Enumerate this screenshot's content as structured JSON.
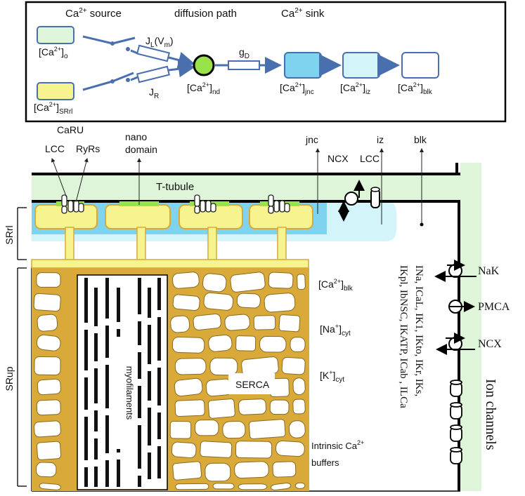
{
  "legend_panel": {
    "source_title": "Ca",
    "source_title_sup": "2+",
    "source_title_rest": " source",
    "path_title": "diffusion path",
    "sink_title": "Ca",
    "sink_title_sup": "2+",
    "sink_title_rest": " sink",
    "ca_o": {
      "base": "[Ca",
      "sup": "2+",
      "close": "]",
      "sub": "o"
    },
    "ca_srrl": {
      "base": "[Ca",
      "sup": "2+",
      "close": "]",
      "sub": "SRrl"
    },
    "jl": {
      "base": "J",
      "sub": "L",
      "rest": "(V",
      "sub2": "m",
      "end": ")"
    },
    "jr": {
      "base": "J",
      "sub": "R"
    },
    "ca_nd": {
      "base": "[Ca",
      "sup": "2+",
      "close": "]",
      "sub": "nd"
    },
    "gd": {
      "base": "g",
      "sub": "D"
    },
    "ca_jnc": {
      "base": "[Ca",
      "sup": "2+",
      "close": "]",
      "sub": "jnc"
    },
    "ca_iz": {
      "base": "[Ca",
      "sup": "2+",
      "close": "]",
      "sub": "iz"
    },
    "ca_blk": {
      "base": "[Ca",
      "sup": "2+",
      "close": "]",
      "sub": "blk"
    }
  },
  "cell": {
    "caru": "CaRU",
    "lcc_left": "LCC",
    "ryrs": "RyRs",
    "nano_line1": "nano",
    "nano_line2": "domain",
    "jnc": "jnc",
    "iz": "iz",
    "blk": "blk",
    "ncx_top": "NCX",
    "lcc_top": "LCC",
    "t_tubule": "T-tubule",
    "srrl": "SRrl",
    "srup": "SRup",
    "myofilaments": "myofilaments",
    "serca": "SERCA",
    "ca_blk_inner": {
      "base": "[Ca",
      "sup": "2+",
      "close": "]",
      "sub": "blk"
    },
    "na_cyt": {
      "base": "[Na",
      "sup": "+",
      "close": "]",
      "sub": "cyt"
    },
    "k_cyt": {
      "base": "[K",
      "sup": "+",
      "close": "]",
      "sub": "cyt"
    },
    "buffers_line1": "Intrinsic Ca",
    "buffers_sup": "2+",
    "buffers_line2": "buffers",
    "nak": "NaK",
    "pmca": "PMCA",
    "ncx_right": "NCX",
    "currents_col1": "INa, ICaL, IK1, IKto, IKr, IKs,",
    "currents_col2": "IKpl, IbNSC, IKATP, ICab , ILCa",
    "ion_channels": "Ion channels"
  },
  "colors": {
    "light_green": "#dff5d9",
    "yellow": "#f7f38f",
    "node_green": "#99e24a",
    "jnc_blue": "#7fd3ee",
    "iz_blue": "#d3f4f8",
    "sr_gold": "#d9a93a",
    "arrow_blue": "#4a6fae"
  }
}
